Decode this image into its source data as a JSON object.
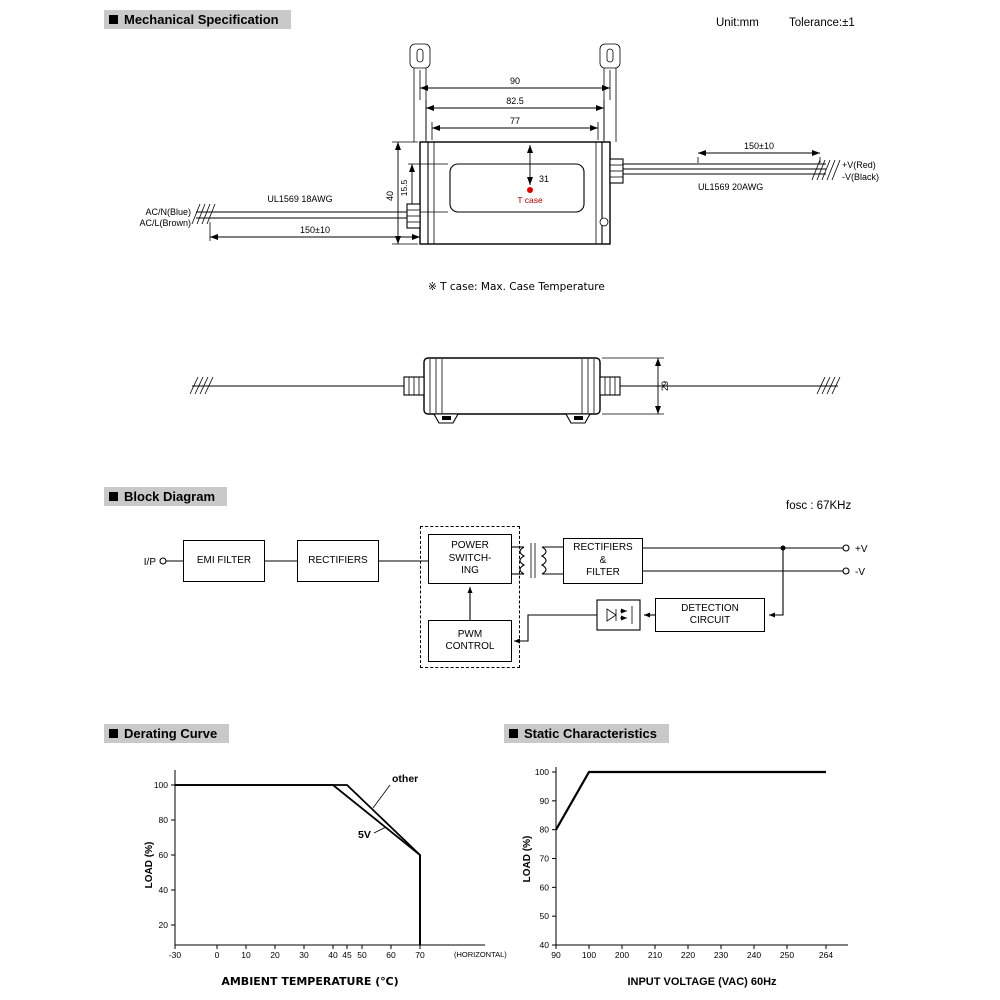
{
  "header": {
    "unit": "Unit:mm",
    "tolerance": "Tolerance:±1"
  },
  "sections": {
    "mechanical": "Mechanical Specification",
    "block_diagram": "Block Diagram",
    "derating": "Derating Curve",
    "static": "Static Characteristics"
  },
  "mechanical": {
    "dim_90": "90",
    "dim_82_5": "82.5",
    "dim_77": "77",
    "dim_40": "40",
    "dim_15_5": "15.5",
    "dim_31": "31",
    "dim_29": "29",
    "dim_wire_left": "150±10",
    "dim_wire_right": "150±10",
    "wire_left_type": "UL1569  18AWG",
    "wire_right_type": "UL1569  20AWG",
    "label_acn": "AC/N(Blue)",
    "label_acl": "AC/L(Brown)",
    "label_vplus": "+V(Red)",
    "label_vminus": "-V(Black)",
    "label_tcase": "T case",
    "note": "※ T case: Max. Case Temperature"
  },
  "block_diagram": {
    "fosc": "fosc : 67KHz",
    "input": "I/P",
    "emi_filter": "EMI FILTER",
    "rectifiers": "RECTIFIERS",
    "power_switching": "POWER\nSWITCH-\nING",
    "pwm_control": "PWM\nCONTROL",
    "rectifiers_filter": "RECTIFIERS\n&\nFILTER",
    "detection_circuit": "DETECTION\nCIRCUIT",
    "out_plus": "+V",
    "out_minus": "-V"
  },
  "derating_chart": {
    "ylabel": "LOAD (%)",
    "xlabel": "AMBIENT TEMPERATURE (℃)",
    "x_suffix": "(HORIZONTAL)",
    "label_other": "other",
    "label_5v": "5V"
  },
  "static_chart": {
    "ylabel": "LOAD (%)",
    "xlabel": "INPUT VOLTAGE (VAC) 60Hz"
  },
  "chart_data": [
    {
      "name": "derating-curve",
      "type": "line",
      "title": "Derating Curve",
      "xlabel": "AMBIENT TEMPERATURE (℃)",
      "ylabel": "LOAD (%)",
      "x_ticks": [
        -30,
        0,
        10,
        20,
        30,
        40,
        45,
        50,
        60,
        70
      ],
      "y_ticks": [
        20,
        40,
        60,
        80,
        100
      ],
      "ylim": [
        0,
        110
      ],
      "x_axis_suffix": "(HORIZONTAL)",
      "legend_position": "inline-annotations",
      "grid": false,
      "series": [
        {
          "name": "other",
          "points": [
            [
              -30,
              100
            ],
            [
              45,
              100
            ],
            [
              70,
              60
            ],
            [
              70,
              0
            ]
          ]
        },
        {
          "name": "5V",
          "points": [
            [
              -30,
              100
            ],
            [
              40,
              100
            ],
            [
              70,
              60
            ],
            [
              70,
              0
            ]
          ]
        }
      ]
    },
    {
      "name": "static-characteristics",
      "type": "line",
      "title": "Static Characteristics",
      "xlabel": "INPUT VOLTAGE (VAC) 60Hz",
      "ylabel": "LOAD (%)",
      "x_ticks": [
        90,
        100,
        200,
        210,
        220,
        230,
        240,
        250,
        264
      ],
      "y_ticks": [
        40,
        50,
        60,
        70,
        80,
        90,
        100
      ],
      "ylim": [
        40,
        105
      ],
      "grid": false,
      "series": [
        {
          "name": "load",
          "points": [
            [
              90,
              80
            ],
            [
              100,
              100
            ],
            [
              264,
              100
            ]
          ]
        }
      ]
    }
  ]
}
